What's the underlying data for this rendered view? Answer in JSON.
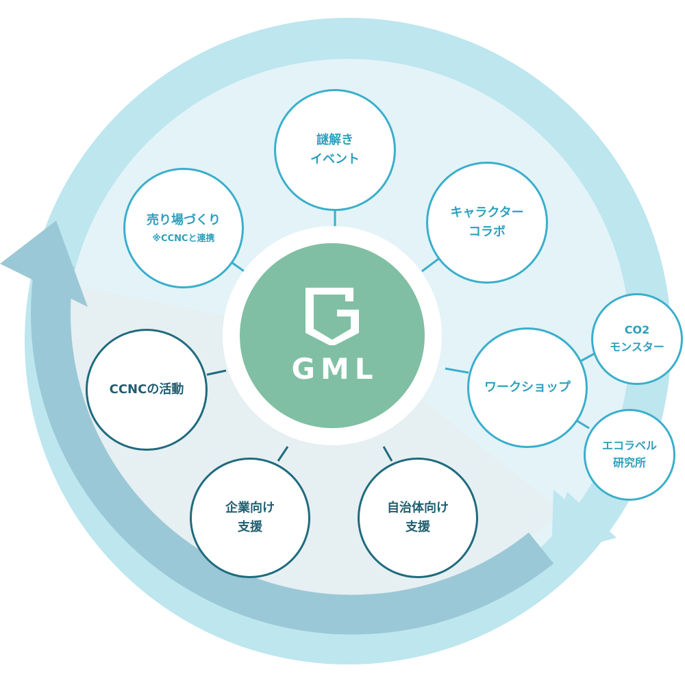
{
  "brand": {
    "logo": "g-logo-icon",
    "name": "GML"
  },
  "colors": {
    "outer_ring": "#bde6ef",
    "inner_light": "#e3f3f8",
    "inner_gray": "#e6eff2",
    "return_arrow": "#9bc8d6",
    "node_light_border": "#3aaecb",
    "node_dark_border": "#1f6a7d",
    "hub": "#80bfa4"
  },
  "nodes": {
    "nazotoki": {
      "line1": "謎解き",
      "line2": "イベント"
    },
    "character": {
      "line1": "キャラクター",
      "line2": "コラボ"
    },
    "uriba": {
      "line1": "売り場づくり",
      "sub": "※CCNCと連携"
    },
    "workshop": {
      "line1": "ワークショップ"
    },
    "co2": {
      "line1": "CO2",
      "line2": "モンスター"
    },
    "ecolabel": {
      "line1": "エコラベル",
      "line2": "研究所"
    },
    "ccnc": {
      "line1": "CCNCの活動"
    },
    "kigyo": {
      "line1": "企業向け",
      "line2": "支援"
    },
    "jichitai": {
      "line1": "自治体向け",
      "line2": "支援"
    }
  }
}
